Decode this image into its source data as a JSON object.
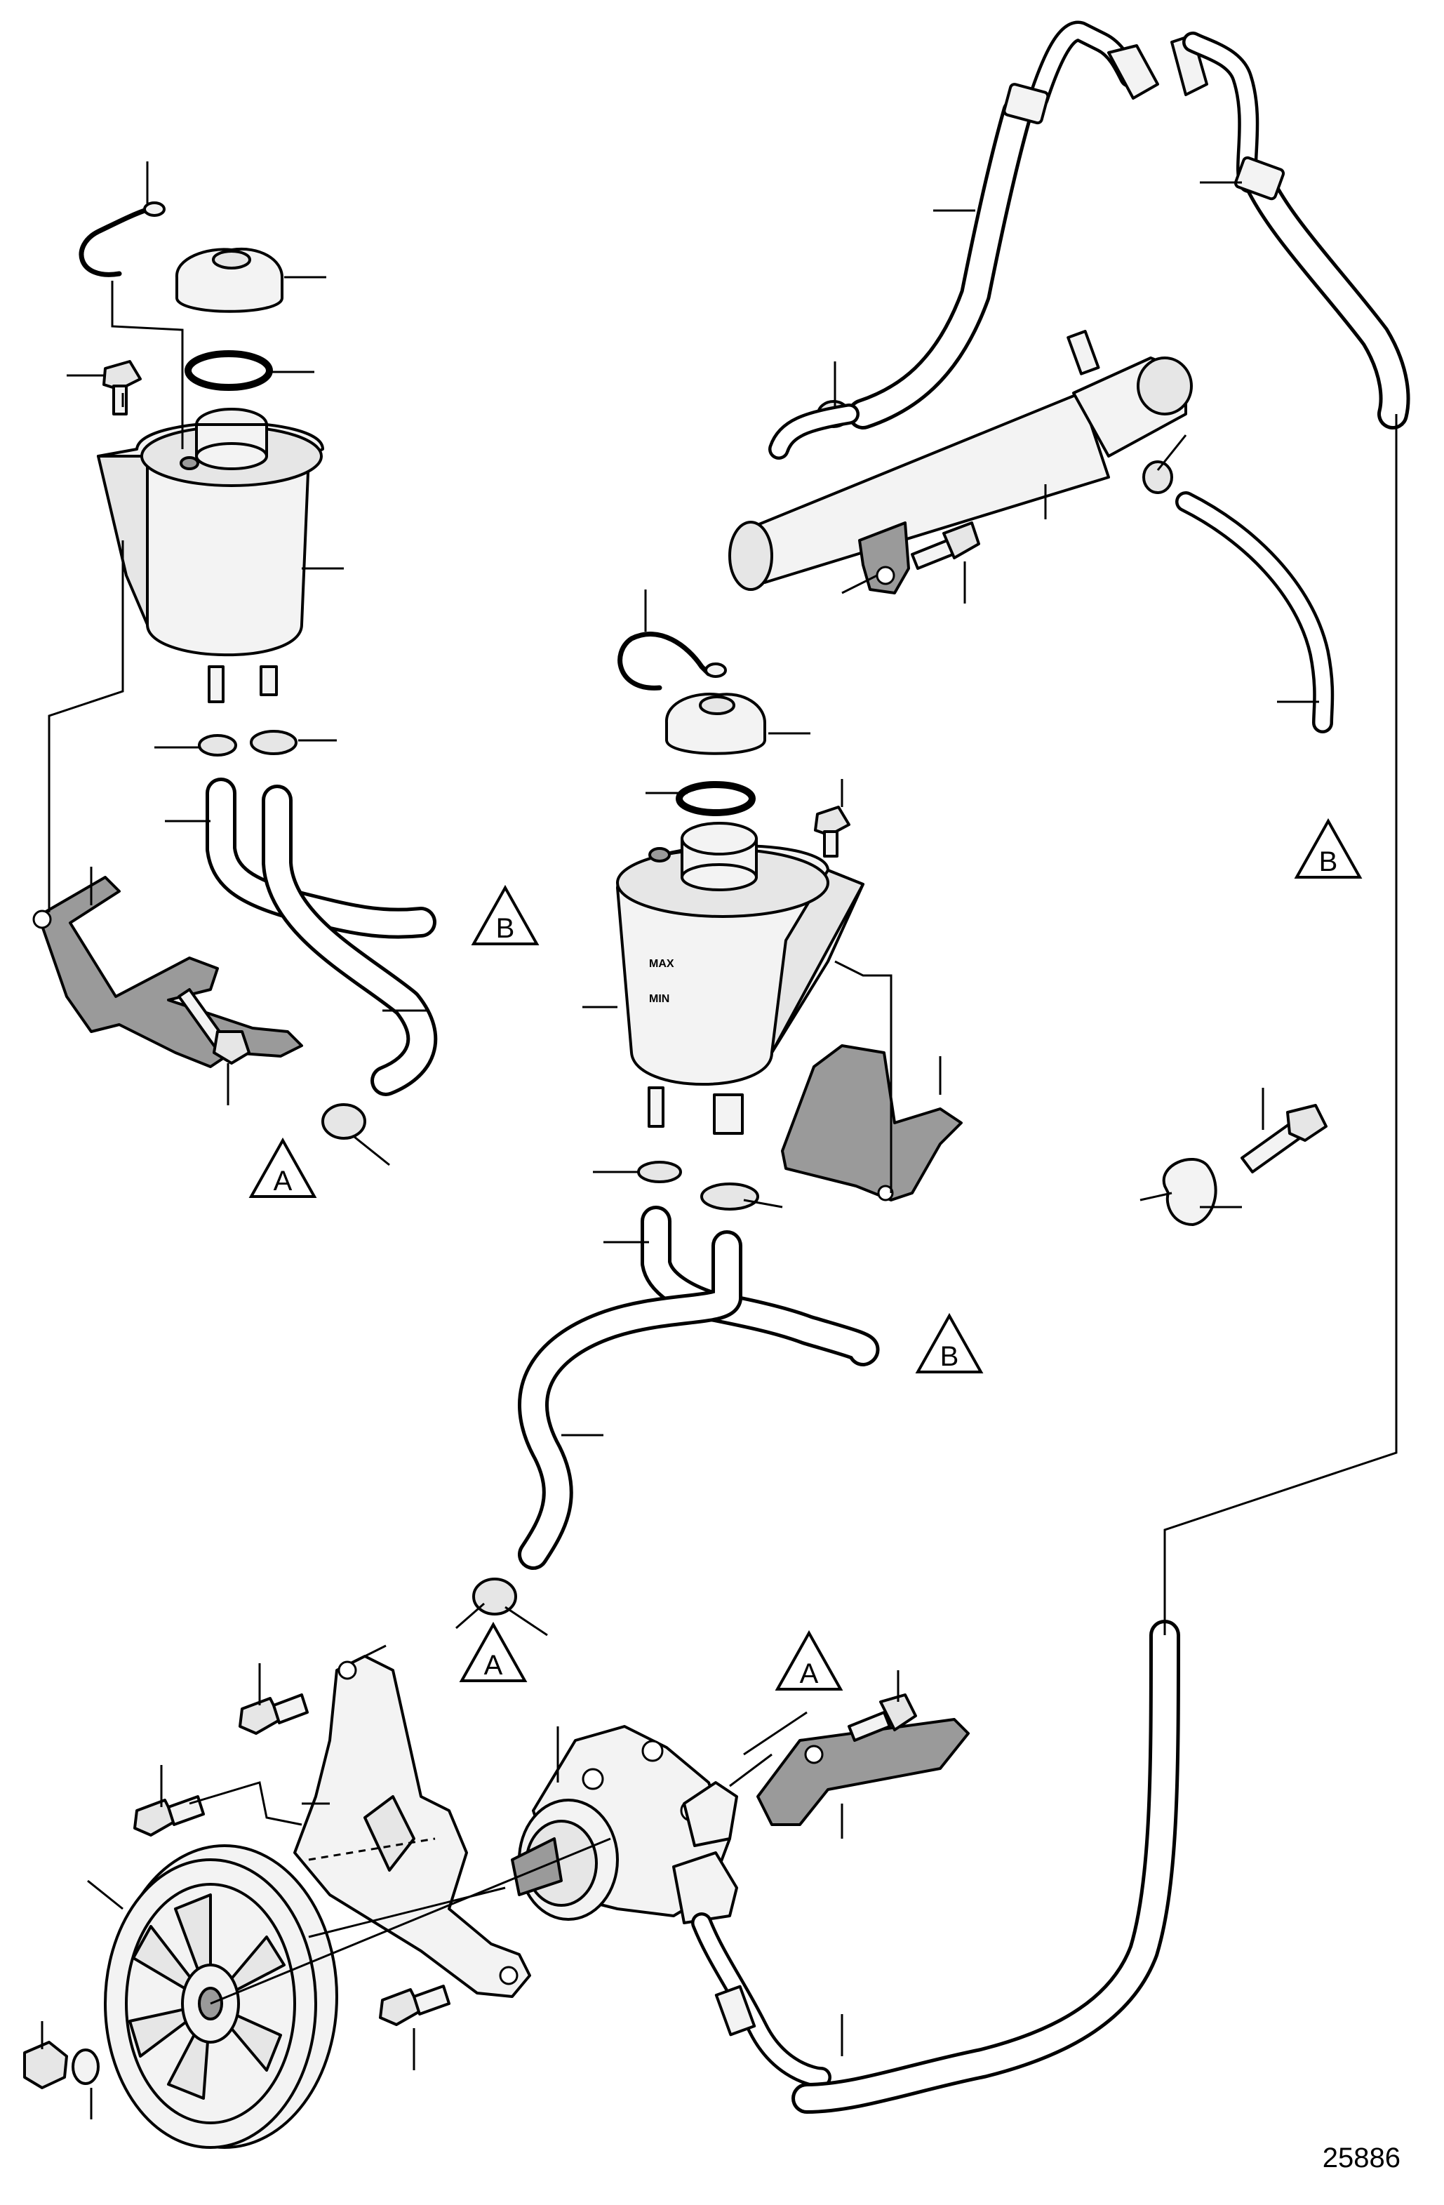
{
  "figure_number": "25886",
  "references": {
    "a": "A",
    "b": "B"
  },
  "reservoir_marks": {
    "max": "MAX",
    "min": "MIN"
  }
}
